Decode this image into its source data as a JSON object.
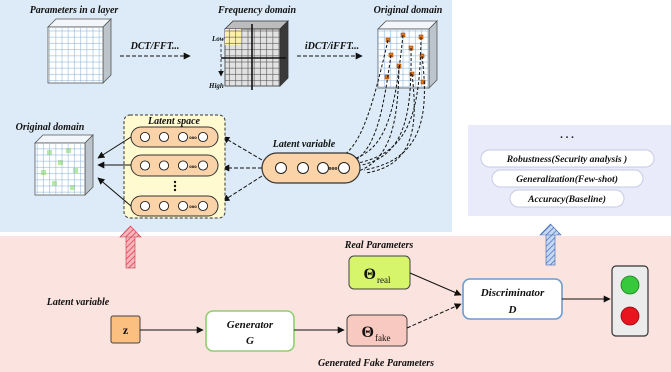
{
  "top_panel": {
    "params_title": "Parameters in a layer",
    "freq_title": "Frequency domain",
    "orig_title_top": "Original domain",
    "orig_title_left": "Original domain",
    "dct_label": "DCT/FFT...",
    "idct_label": "iDCT/iFFT...",
    "low_label": "Low",
    "high_label": "High",
    "latent_space_title": "Latent space",
    "latent_variable_label": "Latent variable"
  },
  "right_panel": {
    "dots": ". . .",
    "items": [
      "Robustness(Security analysis )",
      "Generalization(Few-shot)",
      "Accuracy(Baseline)"
    ]
  },
  "bottom_panel": {
    "latent_variable_label": "Latent variable",
    "z_label": "z",
    "generator_title": "Generator",
    "generator_symbol": "G",
    "real_params_label": "Real Parameters",
    "theta_symbol": "Θ",
    "real_sub": "real",
    "fake_sub": "fake",
    "fake_params_label": "Generated Fake Parameters",
    "discriminator_title": "Discriminator",
    "discriminator_symbol": "D"
  },
  "colors": {
    "top_bg": "#dcebf7",
    "right_bg": "#e9ebfa",
    "bottom_bg": "#fbe3df",
    "latent_space_fill": "#fffad0",
    "latent_var_fill": "#fbd3a8",
    "z_fill": "#fbbf80",
    "real_fill": "#d6f56a",
    "fake_fill": "#f8c9c0",
    "light_green": "#36c93b",
    "light_red": "#e8141e",
    "accent_orange": "#e87b1c",
    "freq_yellow": "#fff0a8"
  }
}
